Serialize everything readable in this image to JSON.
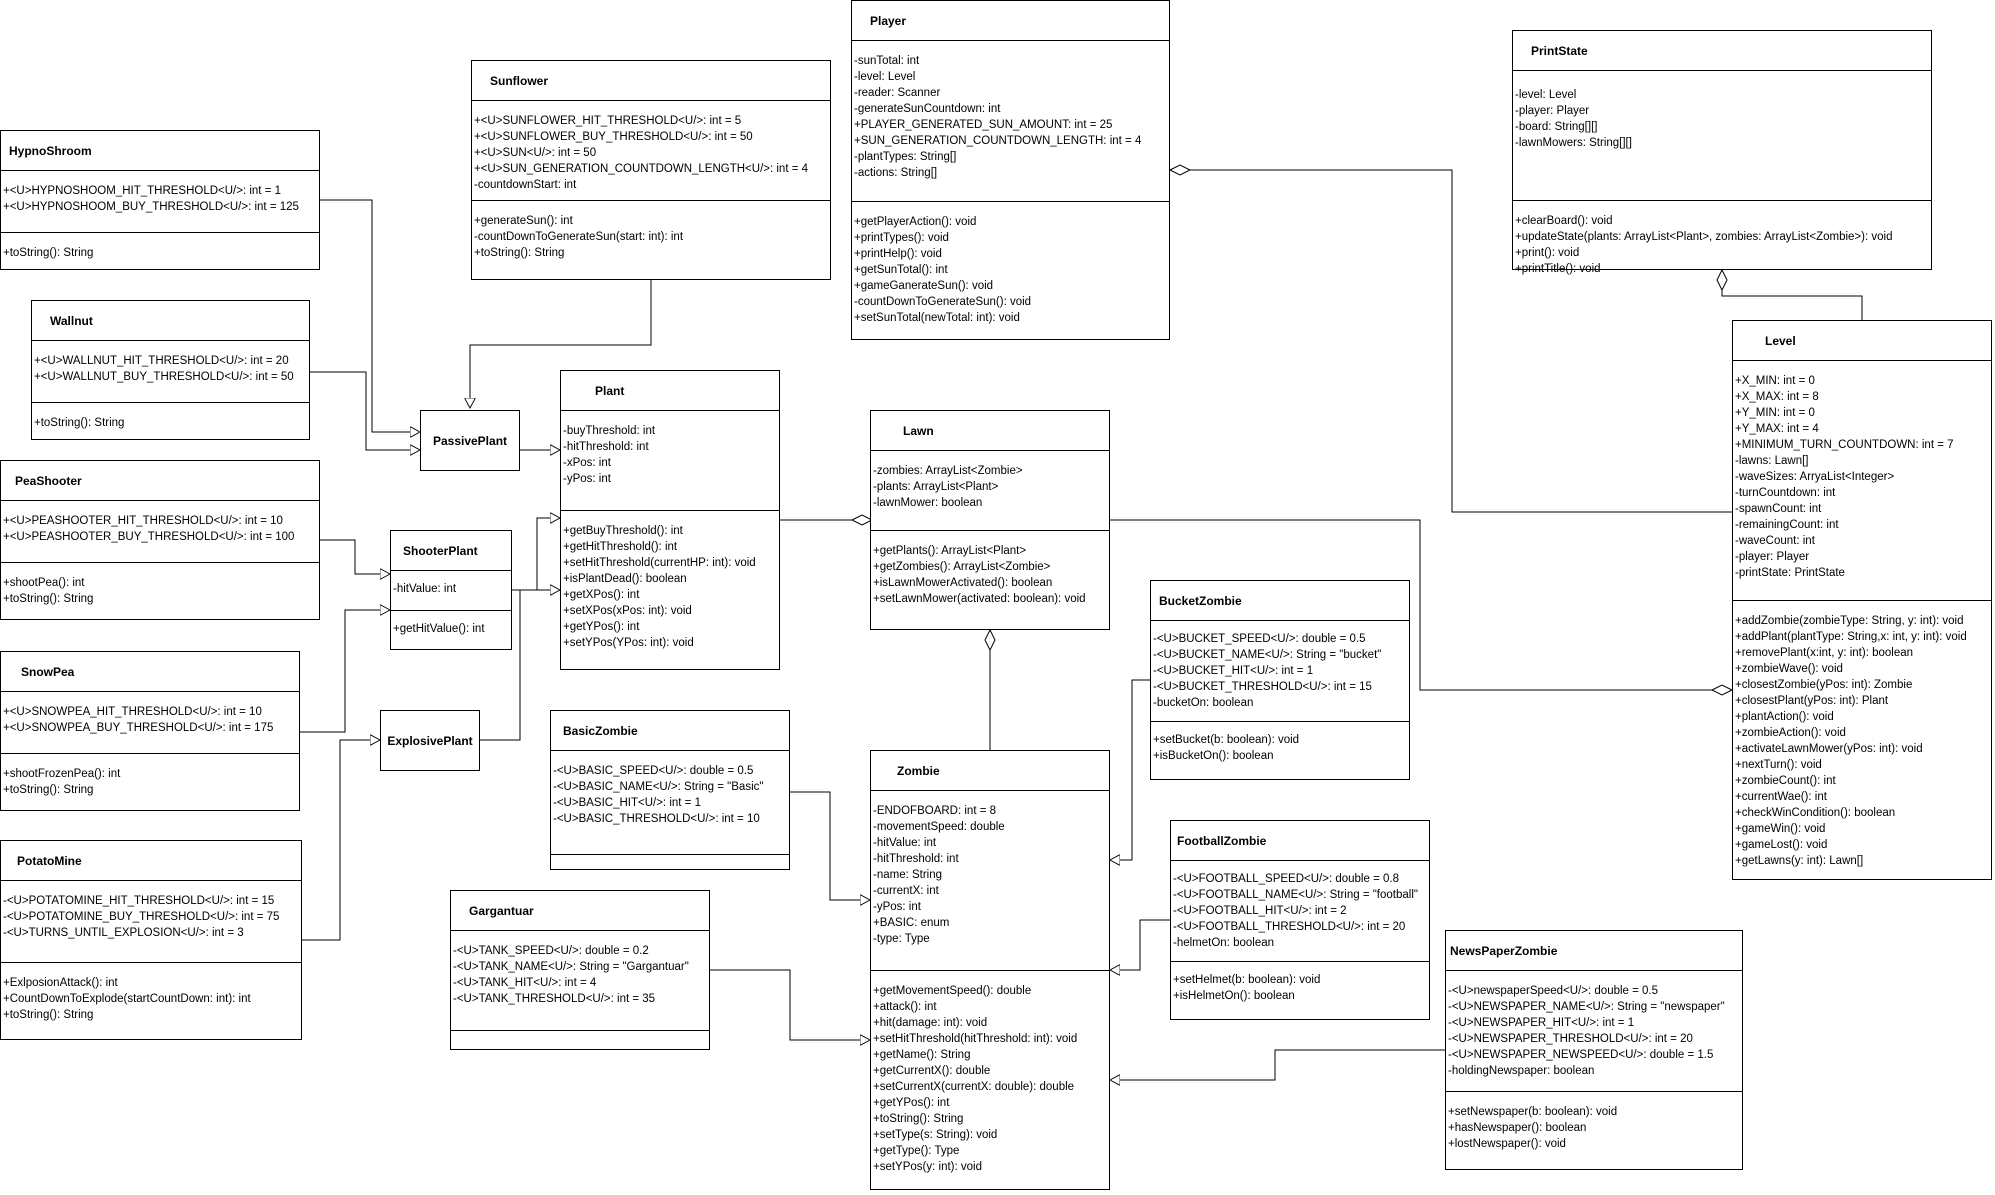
{
  "classes": {
    "player": {
      "name": "Player",
      "attributes": [
        "-sunTotal: int",
        "-level: Level",
        "-reader: Scanner",
        "-generateSunCountdown: int",
        "+PLAYER_GENERATED_SUN_AMOUNT: int = 25",
        "+SUN_GENERATION_COUNTDOWN_LENGTH: int = 4",
        "-plantTypes: String[]",
        "-actions: String[]"
      ],
      "operations": [
        "+getPlayerAction(): void",
        "+printTypes(): void",
        "+printHelp(): void",
        "+getSunTotal(): int",
        "+gameGanerateSun(): void",
        "-countDownToGenerateSun(): void",
        "+setSunTotal(newTotal: int): void"
      ]
    },
    "sunflower": {
      "name": "Sunflower",
      "attributes": [
        "+<U>SUNFLOWER_HIT_THRESHOLD<U/>: int = 5",
        "+<U>SUNFLOWER_BUY_THRESHOLD<U/>: int = 50",
        "+<U>SUN<U/>: int = 50",
        "+<U>SUN_GENERATION_COUNTDOWN_LENGTH<U/>: int = 4",
        "-countdownStart: int"
      ],
      "operations": [
        "+generateSun(): int",
        "-countDownToGenerateSun(start: int): int",
        "+toString(): String"
      ]
    },
    "hypnoshroom": {
      "name": "HypnoShroom",
      "attributes": [
        "+<U>HYPNOSHOOM_HIT_THRESHOLD<U/>: int = 1",
        "+<U>HYPNOSHOOM_BUY_THRESHOLD<U/>: int = 125"
      ],
      "operations": [
        "+toString(): String"
      ]
    },
    "wallnut": {
      "name": "Wallnut",
      "attributes": [
        "+<U>WALLNUT_HIT_THRESHOLD<U/>: int = 20",
        "+<U>WALLNUT_BUY_THRESHOLD<U/>: int = 50"
      ],
      "operations": [
        "+toString(): String"
      ]
    },
    "peashooter": {
      "name": "PeaShooter",
      "attributes": [
        "+<U>PEASHOOTER_HIT_THRESHOLD<U/>: int = 10",
        "+<U>PEASHOOTER_BUY_THRESHOLD<U/>: int = 100"
      ],
      "operations": [
        "+shootPea(): int",
        "+toString(): String"
      ]
    },
    "snowpea": {
      "name": "SnowPea",
      "attributes": [
        "+<U>SNOWPEA_HIT_THRESHOLD<U/>: int = 10",
        "+<U>SNOWPEA_BUY_THRESHOLD<U/>: int = 175"
      ],
      "operations": [
        "+shootFrozenPea(): int",
        "+toString(): String"
      ]
    },
    "potatomine": {
      "name": "PotatoMine",
      "attributes": [
        "-<U>POTATOMINE_HIT_THRESHOLD<U/>: int = 15",
        "-<U>POTATOMINE_BUY_THRESHOLD<U/>: int = 75",
        "-<U>TURNS_UNTIL_EXPLOSION<U/>: int = 3"
      ],
      "operations": [
        "+ExlposionAttack(): int",
        "+CountDownToExplode(startCountDown: int): int",
        "+toString(): String"
      ]
    },
    "shooterplant": {
      "name": "ShooterPlant",
      "attributes": [
        "-hitValue: int"
      ],
      "operations": [
        "+getHitValue(): int"
      ]
    },
    "plant": {
      "name": "Plant",
      "attributes": [
        "-buyThreshold: int",
        "-hitThreshold: int",
        "-xPos: int",
        "-yPos: int"
      ],
      "operations": [
        "+getBuyThreshold(): int",
        "+getHitThreshold(): int",
        "+setHitThreshold(currentHP: int): void",
        "+isPlantDead(): boolean",
        "+getXPos(): int",
        "+setXPos(xPos: int): void",
        "+getYPos(): int",
        "+setYPos(YPos: int): void"
      ]
    },
    "lawn": {
      "name": "Lawn",
      "attributes": [
        "-zombies: ArrayList<Zombie>",
        "-plants: ArrayList<Plant>",
        "-lawnMower: boolean"
      ],
      "operations": [
        "+getPlants(): ArrayList<Plant>",
        "+getZombies(): ArrayList<Zombie>",
        "+isLawnMowerActivated(): boolean",
        "+setLawnMower(activated: boolean): void"
      ]
    },
    "basiczombie": {
      "name": "BasicZombie",
      "attributes": [
        "-<U>BASIC_SPEED<U/>: double = 0.5",
        "-<U>BASIC_NAME<U/>: String = \"Basic\"",
        "-<U>BASIC_HIT<U/>: int = 1",
        "-<U>BASIC_THRESHOLD<U/>: int = 10"
      ],
      "operations": []
    },
    "gargantuar": {
      "name": "Gargantuar",
      "attributes": [
        "-<U>TANK_SPEED<U/>: double = 0.2",
        "-<U>TANK_NAME<U/>: String = \"Gargantuar\"",
        "-<U>TANK_HIT<U/>: int = 4",
        "-<U>TANK_THRESHOLD<U/>: int = 35"
      ],
      "operations": []
    },
    "zombie": {
      "name": "Zombie",
      "attributes": [
        "-ENDOFBOARD: int = 8",
        "-movementSpeed: double",
        "-hitValue: int",
        "-hitThreshold: int",
        "-name: String",
        "-currentX: int",
        "-yPos: int",
        "+BASIC: enum",
        "-type: Type"
      ],
      "operations": [
        "+getMovementSpeed(): double",
        "+attack(): int",
        "+hit(damage: int): void",
        "+setHitThreshold(hitThreshold: int): void",
        "+getName(): String",
        "+getCurrentX(): double",
        "+setCurrentX(currentX: double): double",
        "+getYPos(): int",
        "+toString(): String",
        "+setType(s: String): void",
        "+getType(): Type",
        "+setYPos(y: int): void"
      ]
    },
    "bucketzombie": {
      "name": "BucketZombie",
      "attributes": [
        "-<U>BUCKET_SPEED<U/>: double = 0.5",
        "-<U>BUCKET_NAME<U/>: String = \"bucket\"",
        "-<U>BUCKET_HIT<U/>: int = 1",
        "-<U>BUCKET_THRESHOLD<U/>: int = 15",
        "-bucketOn: boolean"
      ],
      "operations": [
        "+setBucket(b: boolean): void",
        "+isBucketOn(): boolean"
      ]
    },
    "footballzombie": {
      "name": "FootballZombie",
      "attributes": [
        "-<U>FOOTBALL_SPEED<U/>: double = 0.8",
        "-<U>FOOTBALL_NAME<U/>: String = \"football\"",
        "-<U>FOOTBALL_HIT<U/>: int = 2",
        "-<U>FOOTBALL_THRESHOLD<U/>: int = 20",
        "-helmetOn: boolean"
      ],
      "operations": [
        "+setHelmet(b: boolean): void",
        "+isHelmetOn(): boolean"
      ]
    },
    "newspaperzombie": {
      "name": "NewsPaperZombie",
      "attributes": [
        "-<U>newspaperSpeed<U/>: double = 0.5",
        "-<U>NEWSPAPER_NAME<U/>: String = \"newspaper\"",
        "-<U>NEWSPAPER_HIT<U/>: int = 1",
        "-<U>NEWSPAPER_THRESHOLD<U/>: int = 20",
        "-<U>NEWSPAPER_NEWSPEED<U/>: double = 1.5",
        "-holdingNewspaper: boolean"
      ],
      "operations": [
        "+setNewspaper(b: boolean): void",
        "+hasNewspaper(): boolean",
        "+lostNewspaper(): void"
      ]
    },
    "printstate": {
      "name": "PrintState",
      "attributes": [
        "-level: Level",
        "-player: Player",
        "-board: String[][]",
        "-lawnMowers: String[][]"
      ],
      "operations": [
        "+clearBoard(): void",
        "+updateState(plants: ArrayList<Plant>, zombies: ArrayList<Zombie>): void",
        "+print(): void",
        "+printTitle(): void"
      ]
    },
    "level": {
      "name": "Level",
      "attributes": [
        "+X_MIN: int = 0",
        "+X_MAX: int = 8",
        "+Y_MIN: int = 0",
        "+Y_MAX: int = 4",
        "+MINIMUM_TURN_COUNTDOWN: int = 7",
        "-lawns: Lawn[]",
        "-waveSizes: ArryaList<Integer>",
        "-turnCountdown: int",
        "-spawnCount: int",
        "-remainingCount: int",
        "-waveCount: int",
        "-player: Player",
        "-printState: PrintState"
      ],
      "operations": [
        "+addZombie(zombieType: String, y: int): void",
        "+addPlant(plantType: String,x: int, y: int): void",
        "+removePlant(x:int, y: int): boolean",
        "+zombieWave(): void",
        "+closestZombie(yPos: int): Zombie",
        "+closestPlant(yPos: int): Plant",
        "+plantAction(): void",
        "+zombieAction(): void",
        "+activateLawnMower(yPos: int): void",
        "+nextTurn(): void",
        "+zombieCount(): int",
        "+currentWae(): int",
        "+checkWinCondition(): boolean",
        "+gameWin(): void",
        "+gameLost(): void",
        "+getLawns(y: int): Lawn[]"
      ]
    }
  },
  "boxes": {
    "passiveplant": "PassivePlant",
    "explosiveplant": "ExplosivePlant"
  }
}
